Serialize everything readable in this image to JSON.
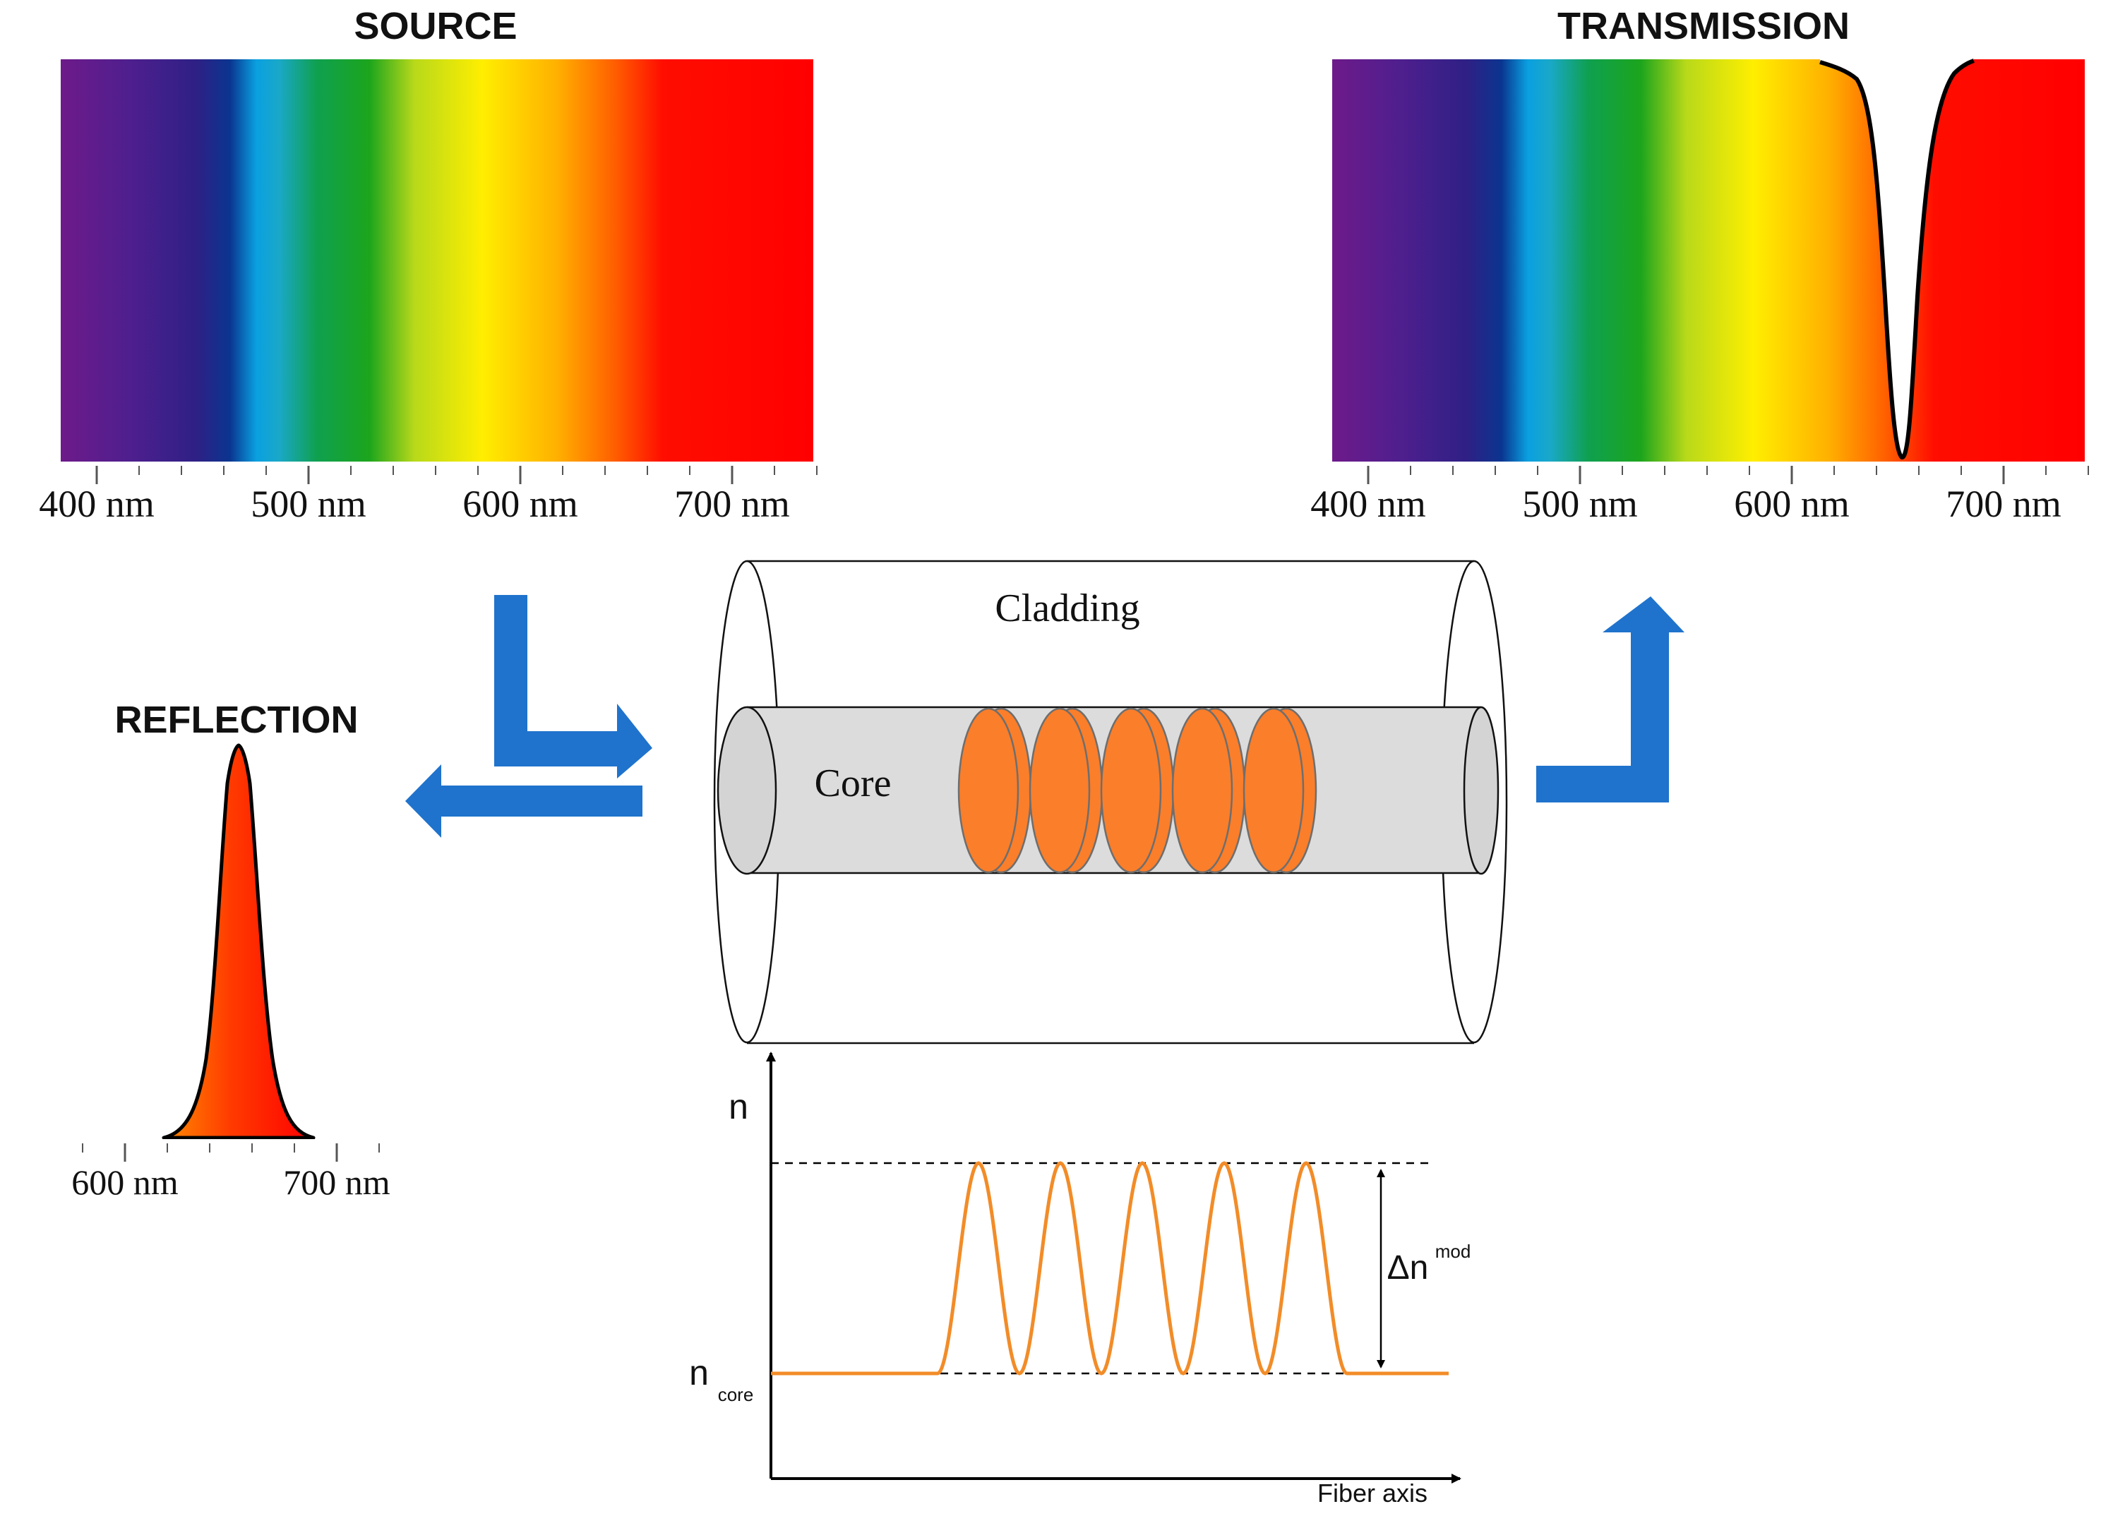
{
  "source": {
    "title": "SOURCE",
    "tick_labels": [
      "400 nm",
      "500 nm",
      "600 nm",
      "700 nm"
    ]
  },
  "transmission": {
    "title": "TRANSMISSION",
    "tick_labels": [
      "400 nm",
      "500 nm",
      "600 nm",
      "700 nm"
    ],
    "dip_center_nm": 655
  },
  "reflection": {
    "title": "REFLECTION",
    "tick_labels": [
      "600 nm",
      "700 nm"
    ],
    "peak_center_nm": 655
  },
  "fiber": {
    "cladding_label": "Cladding",
    "core_label": "Core",
    "grating_count": 5
  },
  "index_profile": {
    "y_label": "n",
    "baseline_label": "n",
    "baseline_subscript": "core",
    "delta_label": "Δn",
    "delta_superscript": "mod",
    "x_label": "Fiber axis",
    "modulation_periods": 5
  },
  "colors": {
    "arrow": "#1F73CC",
    "grating": "#FB7E2A",
    "index_curve": "#F28C28",
    "core_fill": "#DCDCDC"
  }
}
